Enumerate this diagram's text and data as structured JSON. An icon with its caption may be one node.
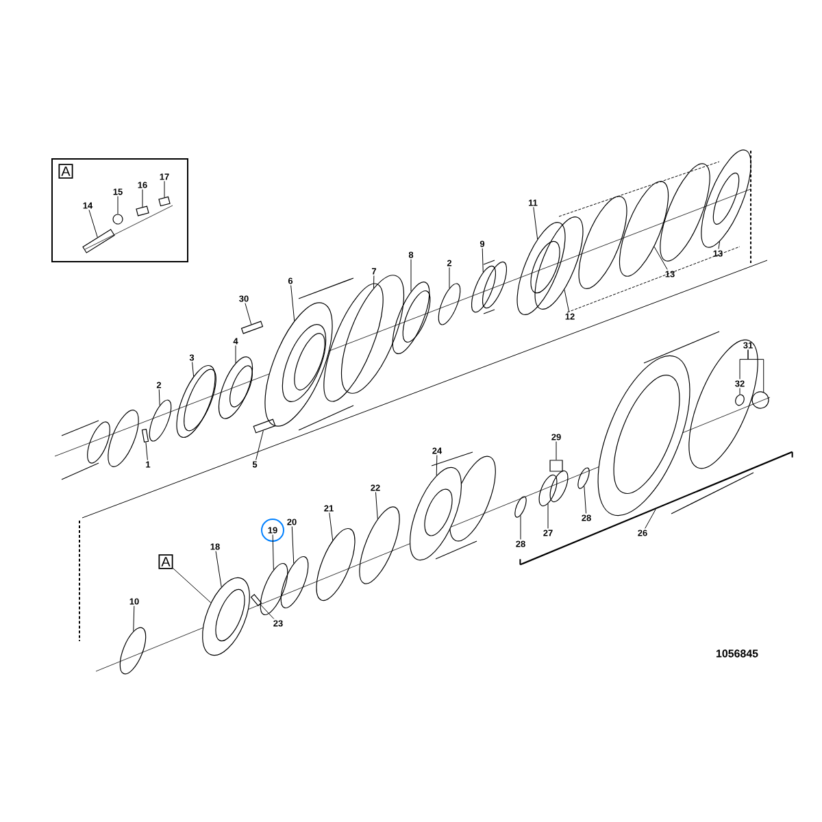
{
  "diagram": {
    "nodes": [
      {
        "text": [],
        "shape": "box"
      },
      {
        "text": [
          "A"
        ],
        "in": 0
      },
      {
        "text": [
          "14"
        ],
        "in": 0
      },
      {
        "text": [
          "15"
        ],
        "in": 0
      },
      {
        "text": [
          "16"
        ],
        "in": 0
      },
      {
        "text": [
          "17"
        ],
        "in": 0
      },
      {
        "text": [
          "30"
        ]
      },
      {
        "text": [
          "6"
        ]
      },
      {
        "text": [
          "7"
        ]
      },
      {
        "text": [
          "8"
        ]
      },
      {
        "text": [
          "2"
        ]
      },
      {
        "text": [
          "9"
        ]
      },
      {
        "text": [
          "11"
        ]
      },
      {
        "text": [
          "12"
        ]
      },
      {
        "text": [
          "13"
        ]
      },
      {
        "text": [
          "13"
        ]
      },
      {
        "text": [
          "3"
        ]
      },
      {
        "text": [
          "4"
        ]
      },
      {
        "text": [
          "2"
        ]
      },
      {
        "text": [
          "1"
        ]
      },
      {
        "text": [
          "5"
        ]
      },
      {
        "text": [
          "31"
        ]
      },
      {
        "text": [
          "32"
        ]
      },
      {
        "text": [
          "29"
        ]
      },
      {
        "text": [
          "24"
        ]
      },
      {
        "text": [
          "22"
        ]
      },
      {
        "text": [
          "21"
        ]
      },
      {
        "text": [
          "20"
        ]
      },
      {
        "text": [
          "19"
        ]
      },
      {
        "text": [
          "18"
        ]
      },
      {
        "text": [
          "A"
        ]
      },
      {
        "text": [
          "10"
        ]
      },
      {
        "text": [
          "23"
        ]
      },
      {
        "text": [
          "28"
        ]
      },
      {
        "text": [
          "27"
        ]
      },
      {
        "text": [
          "28"
        ]
      },
      {
        "text": [
          "26"
        ]
      },
      {
        "text": [],
        "shape": "bolt",
        "in": 0
      },
      {
        "text": [],
        "shape": "ring",
        "in": 0
      },
      {
        "text": [],
        "shape": "box",
        "in": 0
      },
      {
        "text": [],
        "shape": "box",
        "in": 0
      },
      {
        "text": [],
        "shape": "bolt"
      },
      {
        "text": [],
        "shape": "ring"
      },
      {
        "text": [],
        "shape": "ring"
      },
      {
        "text": [],
        "shape": "ring"
      },
      {
        "text": [],
        "shape": "ring"
      },
      {
        "text": [],
        "shape": "ring"
      },
      {
        "text": [],
        "shape": "ring"
      },
      {
        "text": [],
        "shape": "ring"
      },
      {
        "text": [],
        "shape": "ring"
      },
      {
        "text": [],
        "shape": "ring"
      },
      {
        "text": [],
        "shape": "ring"
      },
      {
        "text": [],
        "shape": "ring"
      },
      {
        "text": [],
        "shape": "ring"
      },
      {
        "text": [],
        "shape": "pin"
      },
      {
        "text": [],
        "shape": "bolt"
      },
      {
        "text": [],
        "shape": "ring"
      },
      {
        "text": [],
        "shape": "ring"
      },
      {
        "text": [],
        "shape": "box"
      },
      {
        "text": [],
        "shape": "ring"
      },
      {
        "text": [],
        "shape": "ring"
      },
      {
        "text": [],
        "shape": "ring"
      },
      {
        "text": [],
        "shape": "ring"
      },
      {
        "text": [],
        "shape": "ring"
      },
      {
        "text": [],
        "shape": "ring"
      },
      {
        "text": [],
        "shape": "ring"
      },
      {
        "text": [],
        "shape": "pin"
      },
      {
        "text": [],
        "shape": "ring"
      },
      {
        "text": [],
        "shape": "ring"
      },
      {
        "text": [],
        "shape": "ring"
      },
      {
        "text": [],
        "shape": "bracket"
      }
    ],
    "edges": [
      {
        "from": 2,
        "to": 37,
        "arrow": "none"
      },
      {
        "from": 3,
        "to": 38,
        "arrow": "none"
      },
      {
        "from": 4,
        "to": 39,
        "arrow": "none"
      },
      {
        "from": 5,
        "to": 40,
        "arrow": "none"
      },
      {
        "from": 6,
        "to": 41,
        "arrow": "none"
      },
      {
        "from": 7,
        "to": 42,
        "arrow": "none"
      },
      {
        "from": 8,
        "to": 43,
        "arrow": "none"
      },
      {
        "from": 9,
        "to": 44,
        "arrow": "none"
      },
      {
        "from": 10,
        "to": 45,
        "arrow": "none"
      },
      {
        "from": 11,
        "to": 46,
        "arrow": "none"
      },
      {
        "from": 12,
        "to": 47,
        "arrow": "none"
      },
      {
        "from": 13,
        "to": 48,
        "arrow": "none"
      },
      {
        "from": 14,
        "to": 49,
        "arrow": "none"
      },
      {
        "from": 15,
        "to": 50,
        "arrow": "none"
      },
      {
        "from": 16,
        "to": 51,
        "arrow": "none"
      },
      {
        "from": 17,
        "to": 52,
        "arrow": "none"
      },
      {
        "from": 18,
        "to": 53,
        "arrow": "none"
      },
      {
        "from": 19,
        "to": 54,
        "arrow": "none"
      },
      {
        "from": 20,
        "to": 55,
        "arrow": "none"
      },
      {
        "from": 21,
        "to": 22,
        "arrow": "none"
      },
      {
        "from": 21,
        "to": 56,
        "arrow": "none"
      },
      {
        "from": 22,
        "to": 57,
        "arrow": "none"
      },
      {
        "from": 23,
        "to": 58,
        "arrow": "none"
      },
      {
        "from": 24,
        "to": 59,
        "arrow": "none"
      },
      {
        "from": 25,
        "to": 60,
        "arrow": "none"
      },
      {
        "from": 26,
        "to": 61,
        "arrow": "none"
      },
      {
        "from": 27,
        "to": 62,
        "arrow": "none"
      },
      {
        "from": 28,
        "to": 63,
        "arrow": "none"
      },
      {
        "from": 29,
        "to": 64,
        "arrow": "none"
      },
      {
        "from": 30,
        "to": 64,
        "arrow": "none"
      },
      {
        "from": 31,
        "to": 65,
        "arrow": "none"
      },
      {
        "from": 32,
        "to": 66,
        "arrow": "none"
      },
      {
        "from": 33,
        "to": 67,
        "arrow": "none"
      },
      {
        "from": 34,
        "to": 68,
        "arrow": "none"
      },
      {
        "from": 35,
        "to": 69,
        "arrow": "none"
      },
      {
        "from": 36,
        "to": 70,
        "arrow": "none"
      }
    ],
    "labels": [
      "1056845"
    ]
  }
}
